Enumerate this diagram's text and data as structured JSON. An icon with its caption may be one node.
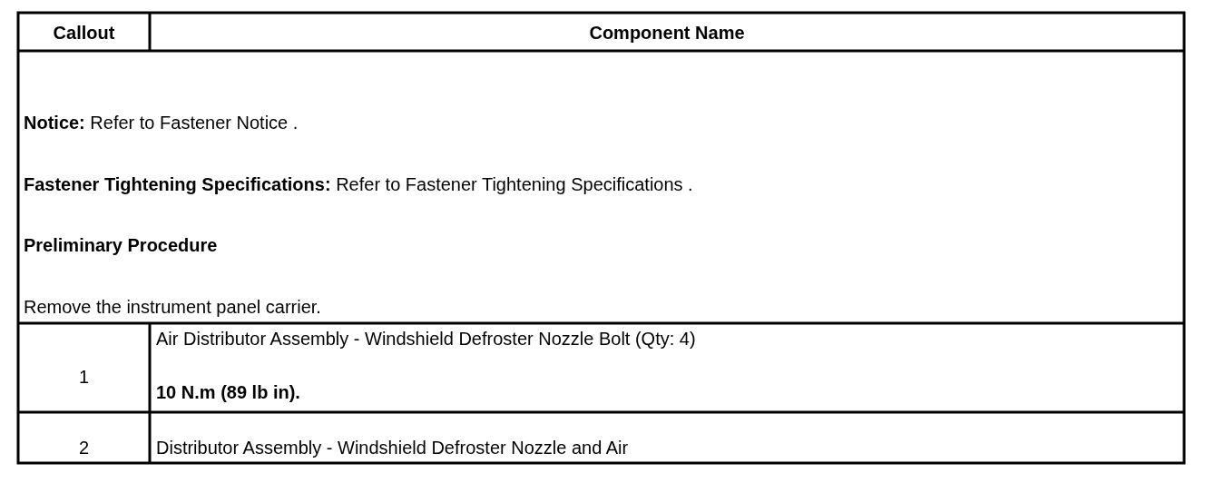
{
  "diagram": {
    "labels": [
      "Callout",
      "Component Name",
      "**Notice:** Refer to Fastener Notice .",
      "**Fastener Tightening Specifications:** Refer to Fastener Tightening Specifications .",
      "Preliminary Procedure",
      "Remove the instrument panel carrier.",
      "1",
      "Air Distributor Assembly - Windshield Defroster Nozzle Bolt (Qty: 4)",
      "10 N.m (89 lb in).",
      "2",
      "Distributor Assembly - Windshield Defroster Nozzle and Air"
    ]
  }
}
